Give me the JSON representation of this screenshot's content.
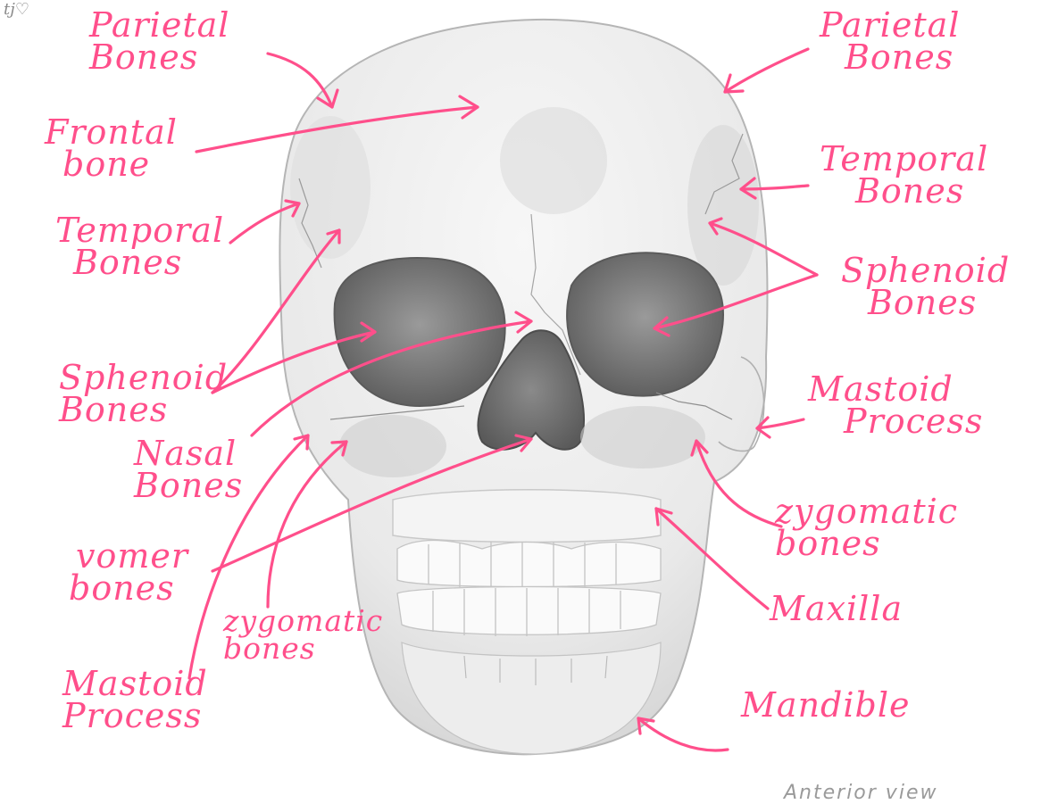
{
  "initials": "tj♡",
  "caption": "Anterior view",
  "colors": {
    "label": "#ff4f8b",
    "pencil": "#8c8c8c",
    "shade": "#5a5a5a"
  },
  "labels": {
    "parietal_left": [
      "Parietal",
      "Bones"
    ],
    "parietal_right": [
      "Parietal",
      "Bones"
    ],
    "frontal": [
      "Frontal",
      "bone"
    ],
    "temporal_left": [
      "Temporal",
      "Bones"
    ],
    "temporal_right": [
      "Temporal",
      "Bones"
    ],
    "sphenoid_left": [
      "Sphenoid",
      "Bones"
    ],
    "sphenoid_right": [
      "Sphenoid",
      "Bones"
    ],
    "mastoid_right": [
      "Mastoid",
      "Process"
    ],
    "nasal": [
      "Nasal",
      "Bones"
    ],
    "zygomatic_right": [
      "zygomatic",
      "bones"
    ],
    "vomer": [
      "vomer",
      "bones"
    ],
    "maxilla": "Maxilla",
    "zygomatic_left": [
      "zygomatic",
      "bones"
    ],
    "mastoid_left": [
      "Mastoid",
      "Process"
    ],
    "mandible": "Mandible"
  }
}
